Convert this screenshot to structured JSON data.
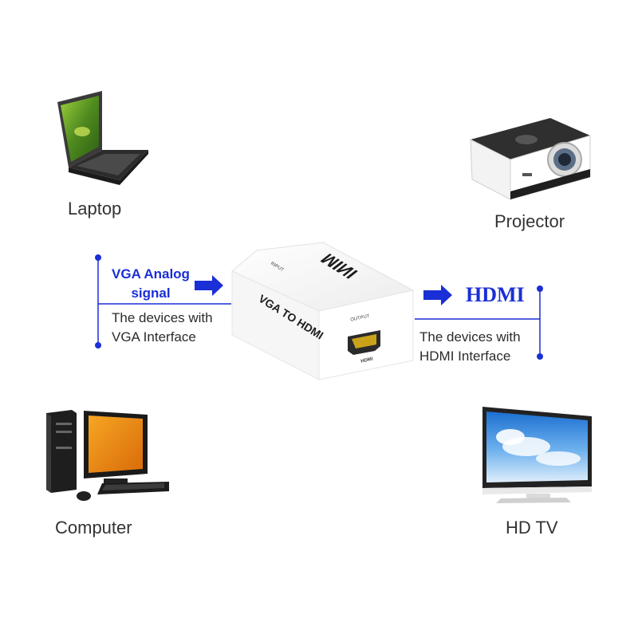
{
  "devices": {
    "laptop": "Laptop",
    "projector": "Projector",
    "computer": "Computer",
    "hdtv": "HD TV"
  },
  "input_side": {
    "signal_line1": "VGA Analog",
    "signal_line2": "signal",
    "desc_line1": "The devices with",
    "desc_line2": "VGA Interface"
  },
  "output_side": {
    "brand": "HDMI",
    "desc_line1": "The devices with",
    "desc_line2": "HDMI Interface"
  },
  "converter": {
    "top_label": "MINI",
    "side_label": "VGA TO HDMI",
    "input_label": "INPUT",
    "output_label": "OUTPUT",
    "port_label": "HDMI"
  },
  "colors": {
    "accent_blue": "#1a2fd6"
  }
}
